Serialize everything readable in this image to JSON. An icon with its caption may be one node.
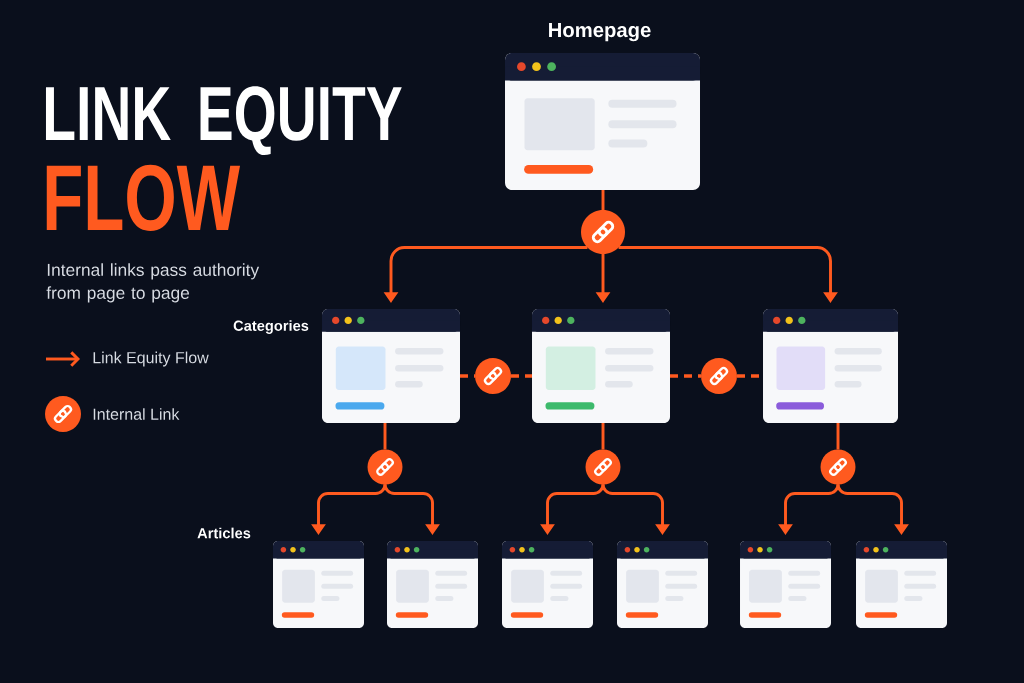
{
  "diagram": {
    "title": "LINK EQUITY FLOW",
    "nodes": [
      {
        "text": [
          "Homepage"
        ]
      },
      {
        "text": [],
        "shape": "circle"
      },
      {
        "text": [],
        "shape": "box"
      },
      {
        "text": [],
        "shape": "circle"
      },
      {
        "text": [],
        "shape": "box"
      },
      {
        "text": [],
        "shape": "circle"
      },
      {
        "text": [],
        "shape": "box"
      },
      {
        "text": [],
        "shape": "circle"
      },
      {
        "text": [],
        "shape": "circle"
      },
      {
        "text": [],
        "shape": "circle"
      },
      {
        "text": [],
        "shape": "box"
      },
      {
        "text": [],
        "shape": "box"
      },
      {
        "text": [],
        "shape": "box"
      },
      {
        "text": [],
        "shape": "box"
      },
      {
        "text": [],
        "shape": "box"
      },
      {
        "text": [],
        "shape": "box"
      }
    ],
    "edges": [
      {
        "from": 0,
        "to": 1,
        "arrow": "none"
      },
      {
        "from": 1,
        "to": 2,
        "arrow": "to"
      },
      {
        "from": 1,
        "to": 4,
        "arrow": "to"
      },
      {
        "from": 1,
        "to": 6,
        "arrow": "to"
      },
      {
        "from": 2,
        "to": 3,
        "arrow": "none",
        "style": "dashed"
      },
      {
        "from": 3,
        "to": 4,
        "arrow": "none",
        "style": "dashed"
      },
      {
        "from": 4,
        "to": 5,
        "arrow": "none",
        "style": "dashed"
      },
      {
        "from": 5,
        "to": 6,
        "arrow": "none",
        "style": "dashed"
      },
      {
        "from": 2,
        "to": 7,
        "arrow": "none"
      },
      {
        "from": 4,
        "to": 8,
        "arrow": "none"
      },
      {
        "from": 6,
        "to": 9,
        "arrow": "none"
      },
      {
        "from": 7,
        "to": 10,
        "arrow": "to"
      },
      {
        "from": 7,
        "to": 11,
        "arrow": "to"
      },
      {
        "from": 8,
        "to": 12,
        "arrow": "to"
      },
      {
        "from": 8,
        "to": 13,
        "arrow": "to"
      },
      {
        "from": 9,
        "to": 14,
        "arrow": "to"
      },
      {
        "from": 9,
        "to": 15,
        "arrow": "to"
      }
    ],
    "labels": [
      "Internal links pass authority from page to page",
      "Categories",
      "Articles"
    ],
    "legend": [
      {
        "text": "Link Equity Flow"
      },
      {
        "text": "Internal Link"
      }
    ]
  }
}
